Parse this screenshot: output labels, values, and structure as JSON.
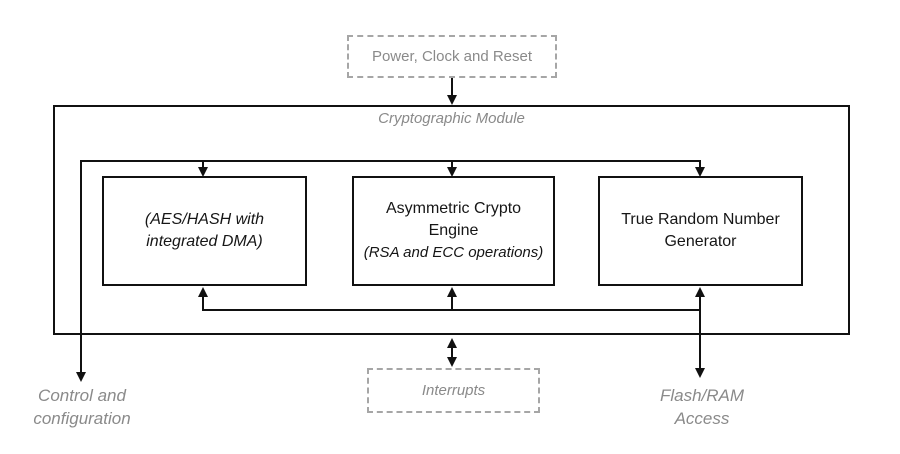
{
  "module": {
    "title": "Cryptographic Module",
    "blocks": [
      {
        "name": "aes-hash-dma",
        "lines": [
          "(AES/HASH with",
          "integrated DMA)"
        ]
      },
      {
        "name": "asymmetric-crypto-engine",
        "lines": [
          "Asymmetric Crypto",
          "Engine"
        ],
        "note": "(RSA and ECC operations)"
      },
      {
        "name": "true-random-number-generator",
        "lines": [
          "True Random Number",
          "Generator"
        ]
      }
    ]
  },
  "external": {
    "power_label": "Power, Clock and Reset",
    "interrupts_label": "Interrupts"
  },
  "port_labels": {
    "control": [
      "Control and",
      "configuration"
    ],
    "flash": [
      "Flash/RAM",
      "Access"
    ]
  },
  "colors": {
    "line": "#111111",
    "muted_text": "#8a8a8a",
    "dashed_border": "#a6a6a6",
    "background": "#ffffff"
  }
}
